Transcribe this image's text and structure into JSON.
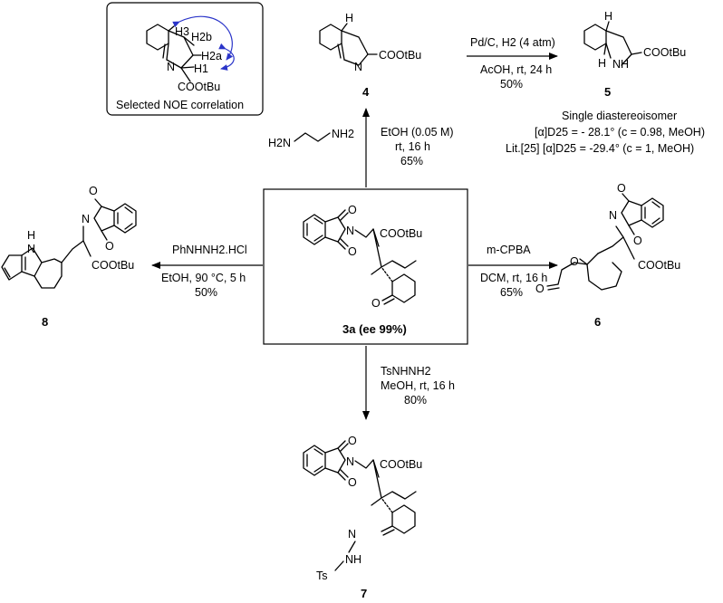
{
  "noe_box": {
    "caption": "Selected NOE correlation",
    "h3": "H3",
    "h2b": "H2b",
    "h2a": "H2a",
    "h1": "H1",
    "n": "N",
    "ester": "COOtBu"
  },
  "arrow_up": {
    "line1": "EtOH (0.05 M)",
    "line2": "rt, 16 h",
    "line3": "65%"
  },
  "ethylenediamine": {
    "left": "H2N",
    "right": "NH2"
  },
  "compound_4": {
    "id": "4",
    "ester": "COOtBu",
    "n": "N",
    "h": "H"
  },
  "arrow_4_to_5": {
    "above": "Pd/C, H2 (4 atm)",
    "below1": "AcOH, rt, 24 h",
    "below2": "50%"
  },
  "compound_5": {
    "id": "5",
    "ester": "COOtBu",
    "nh": "NH",
    "h_top": "H",
    "h_bottom": "H"
  },
  "rotation": {
    "line1": "Single diastereoisomer",
    "line2": "[α]D25 = - 28.1° (c = 0.98, MeOH)",
    "line3": "Lit.[25] [α]D25 = -29.4° (c = 1, MeOH)"
  },
  "arrow_left": {
    "above": "PhNHNH2.HCl",
    "below1": "EtOH, 90 °C, 5 h",
    "below2": "50%"
  },
  "compound_8": {
    "id": "8",
    "ester": "COOtBu",
    "nh": "H",
    "n": "N"
  },
  "compound_3a": {
    "id": "3a (ee 99%)",
    "ester": "COOtBu",
    "n": "N"
  },
  "arrow_right": {
    "above": "m-CPBA",
    "below1": "DCM, rt, 16 h",
    "below2": "65%"
  },
  "compound_6": {
    "id": "6",
    "ester": "COOtBu",
    "n": "N"
  },
  "arrow_down": {
    "line1": "TsNHNH2",
    "line2": "MeOH, rt, 16 h",
    "line3": "80%"
  },
  "compound_7": {
    "id": "7",
    "ester": "COOtBu",
    "n": "N",
    "nh": "NH",
    "ts": "Ts"
  },
  "atoms": {
    "o": "O"
  }
}
